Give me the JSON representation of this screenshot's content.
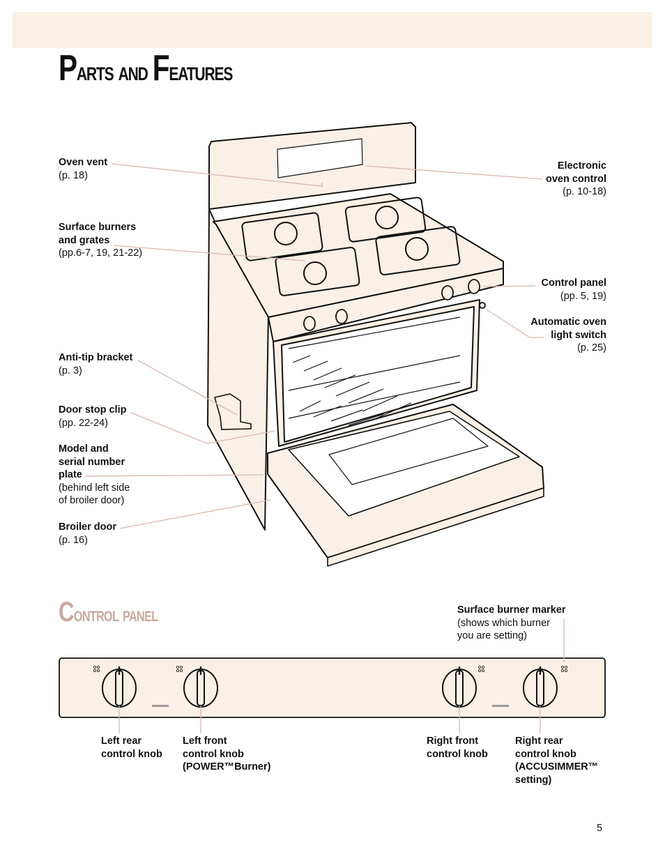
{
  "title": {
    "first_initial": "P",
    "first_rest": "arts and ",
    "second_initial": "F",
    "second_rest": "eatures"
  },
  "callouts": {
    "oven_vent": {
      "name": "Oven vent",
      "ref": "(p. 18)"
    },
    "surface_burners": {
      "name_line1": "Surface burners",
      "name_line2": "and grates",
      "ref": "(pp.6-7, 19, 21-22)"
    },
    "anti_tip": {
      "name": "Anti-tip bracket",
      "ref": "(p. 3)"
    },
    "door_stop": {
      "name": "Door stop clip",
      "ref": "(pp. 22-24)"
    },
    "model_plate": {
      "name_line1": "Model and",
      "name_line2": "serial number",
      "name_line3": "plate",
      "ref_line1": "(behind left side",
      "ref_line2": "of broiler door)"
    },
    "broiler_door": {
      "name": "Broiler door",
      "ref": "(p. 16)"
    },
    "electronic_control": {
      "name_line1": "Electronic",
      "name_line2": "oven control",
      "ref": "(p. 10-18)"
    },
    "control_panel": {
      "name": "Control panel",
      "ref": "(pp. 5, 19)"
    },
    "light_switch": {
      "name_line1": "Automatic oven",
      "name_line2": "light switch",
      "ref": "(p. 25)"
    }
  },
  "control_panel_section": {
    "title": {
      "initial": "C",
      "rest": "ontrol panel"
    },
    "marker": {
      "name": "Surface burner marker",
      "desc_line1": "(shows which burner",
      "desc_line2": "you are setting)"
    },
    "knobs": {
      "left_rear": {
        "line1": "Left rear",
        "line2": "control knob"
      },
      "left_front": {
        "line1": "Left front",
        "line2": "control knob",
        "line3": "(POWER™Burner)"
      },
      "right_front": {
        "line1": "Right front",
        "line2": "control knob"
      },
      "right_rear": {
        "line1": "Right rear",
        "line2": "control knob",
        "line3": "(ACCUSIMMER™",
        "line4": "setting)"
      }
    }
  },
  "page_number": "5",
  "colors": {
    "appliance_fill": "#fbf0e6",
    "leader_line": "#d8b8b0",
    "subtitle": "#c9aaa0"
  }
}
